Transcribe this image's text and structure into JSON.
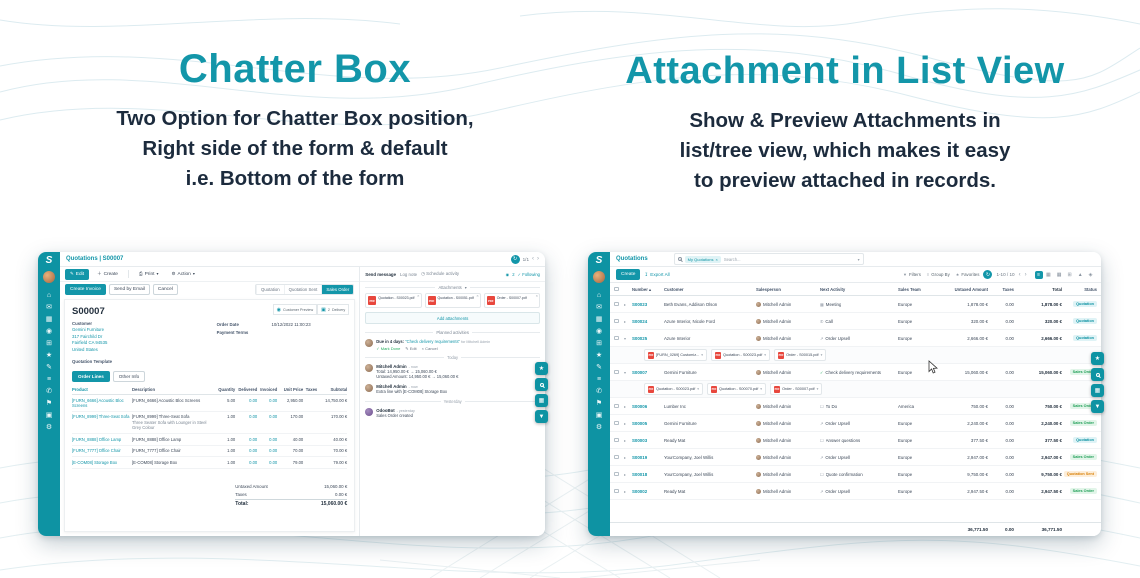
{
  "headers": {
    "left": {
      "title": "Chatter Box",
      "lines": [
        "Two Option for Chatter Box position,",
        "Right side of the form & default",
        "i.e. Bottom of the form"
      ]
    },
    "right": {
      "title": "Attachment in List View",
      "lines": [
        "Show & Preview Attachments in",
        "list/tree view, which makes it easy",
        "to preview attached in records."
      ]
    }
  },
  "colors": {
    "accent": "#1396a9",
    "sidebar": "#0e93a3",
    "dark_text": "#1c2b3d",
    "pdf_red": "#e8473d",
    "status_green": "#1d9e55",
    "status_orange": "#d9820a"
  },
  "app_logo_glyph": "S",
  "sidebar_icons": [
    "home",
    "mail",
    "calendar",
    "chat",
    "grid",
    "star",
    "edit",
    "list",
    "phone",
    "flag",
    "box",
    "settings"
  ],
  "side_tools": [
    "star",
    "search",
    "kanban",
    "filter"
  ],
  "form_shot": {
    "breadcrumb": "Quotations | S00007",
    "pager": "1/1",
    "toolbar": {
      "edit": "Edit",
      "create": "Create",
      "print": "Print",
      "action": "Action"
    },
    "chatter_tabs": {
      "send": "Send message",
      "log": "Log note",
      "schedule": "Schedule activity",
      "followers": "2",
      "following": "Following"
    },
    "statusbar": {
      "create_invoice": "Create Invoice",
      "send_by_email": "Send by Email",
      "cancel": "Cancel",
      "stages": [
        "Quotation",
        "Quotation Sent",
        "Sales Order"
      ],
      "active_stage": "Sales Order"
    },
    "smart_buttons": [
      {
        "label": "Customer Preview"
      },
      {
        "value": "2",
        "label": "Delivery"
      }
    ],
    "record_name": "S00007",
    "fields": {
      "customer_label": "Customer",
      "customer": [
        "Gemini Furniture",
        "317 Fairchild Dr",
        "Fairfield CA 94535",
        "United States"
      ],
      "order_date_label": "Order Date",
      "order_date": "10/12/2022 11:00:23",
      "payment_terms_label": "Payment Terms",
      "payment_terms": "",
      "quotation_template_label": "Quotation Template"
    },
    "tabs": {
      "order_lines": "Order Lines",
      "other_info": "Other Info"
    },
    "table": {
      "headers": [
        "Product",
        "Description",
        "Quantity",
        "Delivered",
        "Invoiced",
        "Unit Price",
        "Taxes",
        "Subtotal"
      ],
      "rows": [
        {
          "product": "[FURN_6666] Acoustic Bloc Screens",
          "description": "[FURN_6666] Acoustic Bloc Screens",
          "qty": "5.00",
          "delivered": "0.00",
          "invoiced": "0.00",
          "unit_price": "2,950.00",
          "taxes": "",
          "subtotal": "14,750.00 €"
        },
        {
          "product": "[FURN_8999] Three-Seat Sofa",
          "description": "[FURN_8999] Three-Seat Sofa",
          "description2": "Three Seater Sofa with Lounger in Steel Grey Colour",
          "qty": "1.00",
          "delivered": "0.00",
          "invoiced": "0.00",
          "unit_price": "170.00",
          "taxes": "",
          "subtotal": "170.00 €"
        },
        {
          "product": "[FURN_8888] Office Lamp",
          "description": "[FURN_8888] Office Lamp",
          "qty": "1.00",
          "delivered": "0.00",
          "invoiced": "0.00",
          "unit_price": "40.00",
          "taxes": "",
          "subtotal": "40.00 €"
        },
        {
          "product": "[FURN_7777] Office Chair",
          "description": "[FURN_7777] Office Chair",
          "qty": "1.00",
          "delivered": "0.00",
          "invoiced": "0.00",
          "unit_price": "70.00",
          "taxes": "",
          "subtotal": "70.00 €"
        },
        {
          "product": "[E-COM08] Storage Box",
          "description": "[E-COM08] Storage Box",
          "qty": "1.00",
          "delivered": "0.00",
          "invoiced": "0.00",
          "unit_price": "79.00",
          "taxes": "",
          "subtotal": "79.00 €"
        }
      ]
    },
    "totals": {
      "untaxed_label": "Untaxed Amount",
      "untaxed": "15,060.00 €",
      "taxes_label": "Taxes",
      "taxes": "0.00 €",
      "total_label": "Total:",
      "total": "15,060.00 €"
    },
    "chatter": {
      "attachments_label": "Attachments",
      "files": [
        "Quotation - S00023.pdf",
        "Quotation - S00051.pdf",
        "Order - S00007.pdf"
      ],
      "add_attachments": "Add attachments",
      "planned_label": "Planned activities",
      "activity": {
        "due": "Due in 4 days:",
        "summary": "\"Check delivery requirements\"",
        "assignee": "for Mitchell Admin",
        "mark_done": "Mark Done",
        "edit": "Edit",
        "cancel": "Cancel"
      },
      "today_label": "Today",
      "messages": [
        {
          "author": "Mitchell Admin",
          "meta": "- now",
          "lines": [
            "Total: 14,950.00 € → 15,060.00 €",
            "Untaxed Amount: 14,950.00 € → 15,060.00 €"
          ]
        },
        {
          "author": "Mitchell Admin",
          "meta": "- now",
          "lines": [
            "Extra line with [E-COM08] Storage Box"
          ]
        }
      ],
      "yesterday_label": "Yesterday",
      "bot_message": {
        "author": "OdooBot",
        "meta": "- yesterday",
        "lines": [
          "Sales Order created"
        ]
      }
    }
  },
  "list_shot": {
    "breadcrumb": "Quotations",
    "search": {
      "chip": "My Quotations",
      "placeholder": "Search..."
    },
    "toolbar": {
      "create": "Create",
      "export_all": "Export All"
    },
    "filter_menu": {
      "filters": "Filters",
      "group_by": "Group By",
      "favorites": "Favorites"
    },
    "pager": "1-10 / 10",
    "views": [
      "list",
      "kanban",
      "calendar",
      "pivot",
      "graph",
      "map"
    ],
    "columns": [
      "Number",
      "Customer",
      "Salesperson",
      "Next Activity",
      "Sales Team",
      "Untaxed Amount",
      "Taxes",
      "Total",
      "Status"
    ],
    "rows": [
      {
        "type": "record",
        "number": "S00023",
        "customer": "Beth Evans, Addison Olson",
        "salesperson": "Mitchell Admin",
        "activity": "Meeting",
        "activity_icon": "meeting",
        "team": "Europe",
        "untaxed": "1,878.00 €",
        "taxes": "0.00",
        "total": "1,878.00 €",
        "status": "Quotation",
        "status_kind": "quotation",
        "expanded": false
      },
      {
        "type": "record",
        "number": "S00024",
        "customer": "Azure Interior, Nicole Ford",
        "salesperson": "Mitchell Admin",
        "activity": "Call",
        "activity_icon": "call",
        "team": "Europe",
        "untaxed": "320.00 €",
        "taxes": "0.00",
        "total": "320.00 €",
        "status": "Quotation",
        "status_kind": "quotation",
        "expanded": false
      },
      {
        "type": "record",
        "number": "S00025",
        "customer": "Azure Interior",
        "salesperson": "Mitchell Admin",
        "activity": "Order Upsell",
        "activity_icon": "upsell",
        "team": "Europe",
        "untaxed": "2,666.00 €",
        "taxes": "0.00",
        "total": "2,666.00 €",
        "status": "Quotation",
        "status_kind": "quotation",
        "expanded": true
      },
      {
        "type": "attachments",
        "files": [
          "[FURN_0269] Customiz...",
          "Quotation - S00023.pdf",
          "Order - S00015.pdf"
        ]
      },
      {
        "type": "record",
        "number": "S00007",
        "customer": "Gemini Furniture",
        "salesperson": "Mitchell Admin",
        "activity": "Check delivery requirements",
        "activity_icon": "check",
        "team": "Europe",
        "untaxed": "15,060.00 €",
        "taxes": "0.00",
        "total": "15,060.00 €",
        "status": "Sales Order",
        "status_kind": "sale",
        "expanded": true
      },
      {
        "type": "attachments",
        "files": [
          "Quotation - S00023.pdf",
          "Quotation - S00070.pdf",
          "Order - S00007.pdf"
        ]
      },
      {
        "type": "record",
        "number": "S00006",
        "customer": "Lumber Inc",
        "salesperson": "Mitchell Admin",
        "activity": "To Do",
        "activity_icon": "todo",
        "team": "America",
        "untaxed": "750.00 €",
        "taxes": "0.00",
        "total": "750.00 €",
        "status": "Sales Order",
        "status_kind": "sale",
        "expanded": false
      },
      {
        "type": "record",
        "number": "S00005",
        "customer": "Gemini Furniture",
        "salesperson": "Mitchell Admin",
        "activity": "Order Upsell",
        "activity_icon": "upsell",
        "team": "Europe",
        "untaxed": "2,240.00 €",
        "taxes": "0.00",
        "total": "2,240.00 €",
        "status": "Sales Order",
        "status_kind": "sale",
        "expanded": false
      },
      {
        "type": "record",
        "number": "S00003",
        "customer": "Ready Mat",
        "salesperson": "Mitchell Admin",
        "activity": "Answer questions",
        "activity_icon": "todo",
        "team": "Europe",
        "untaxed": "377.50 €",
        "taxes": "0.00",
        "total": "377.50 €",
        "status": "Quotation",
        "status_kind": "quotation",
        "expanded": false
      },
      {
        "type": "record",
        "number": "S00019",
        "customer": "YourCompany, Joel Willis",
        "salesperson": "Mitchell Admin",
        "activity": "Order Upsell",
        "activity_icon": "upsell",
        "team": "Europe",
        "untaxed": "2,947.00 €",
        "taxes": "0.00",
        "total": "2,947.00 €",
        "status": "Sales Order",
        "status_kind": "sale",
        "expanded": false
      },
      {
        "type": "record",
        "number": "S00018",
        "customer": "YourCompany, Joel Willis",
        "salesperson": "Mitchell Admin",
        "activity": "Quote confirmation",
        "activity_icon": "todo",
        "team": "Europe",
        "untaxed": "9,750.00 €",
        "taxes": "0.00",
        "total": "9,750.00 €",
        "status": "Quotation Sent",
        "status_kind": "sent",
        "expanded": false
      },
      {
        "type": "record",
        "number": "S00002",
        "customer": "Ready Mat",
        "salesperson": "Mitchell Admin",
        "activity": "Order Upsell",
        "activity_icon": "upsell",
        "team": "Europe",
        "untaxed": "2,947.50 €",
        "taxes": "0.00",
        "total": "2,947.50 €",
        "status": "Sales Order",
        "status_kind": "sale",
        "expanded": false
      }
    ],
    "footer": {
      "untaxed": "36,771.50",
      "taxes": "0.00",
      "total": "36,771.50"
    }
  }
}
